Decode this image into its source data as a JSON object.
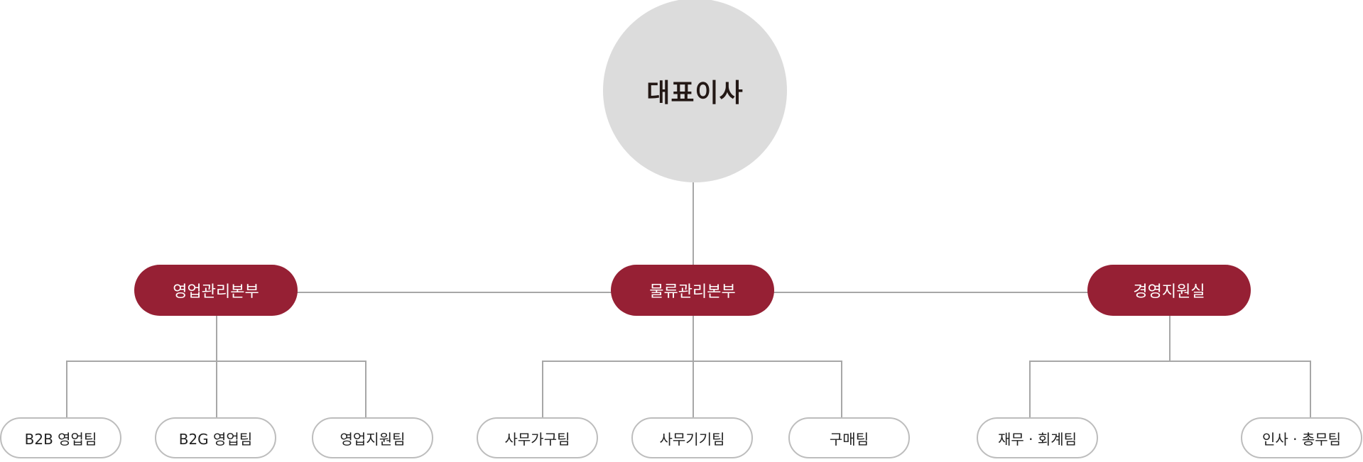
{
  "colors": {
    "ceo_fill": "#dcdcdc",
    "division_fill": "#962034",
    "team_border": "#bdbdbd",
    "connector": "#a7a7a7"
  },
  "org": {
    "ceo": "대표이사",
    "divisions": [
      {
        "name": "영업관리본부",
        "teams": [
          "B2B 영업팀",
          "B2G 영업팀",
          "영업지원팀"
        ]
      },
      {
        "name": "물류관리본부",
        "teams": [
          "사무가구팀",
          "사무기기팀",
          "구매팀"
        ]
      },
      {
        "name": "경영지원실",
        "teams": [
          "재무 · 회계팀",
          "인사 · 총무팀"
        ]
      }
    ]
  }
}
